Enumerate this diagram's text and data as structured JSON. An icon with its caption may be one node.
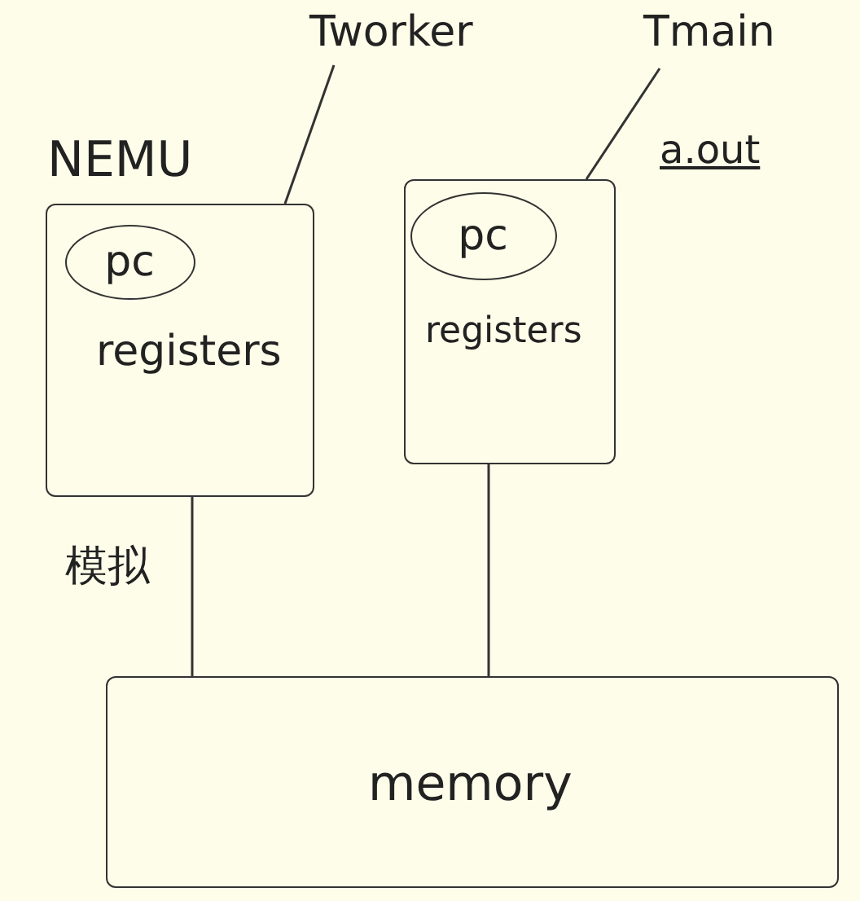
{
  "diagram": {
    "nodes": [
      {
        "text": [
          "NEMU",
          "registers"
        ]
      },
      {
        "text": [
          "pc"
        ],
        "in": 0
      },
      {
        "text": [
          "registers"
        ]
      },
      {
        "text": [
          "pc"
        ],
        "in": 2
      },
      {
        "text": [
          "Tworker"
        ]
      },
      {
        "text": [
          "Tmain"
        ]
      },
      {
        "text": [
          "memory"
        ]
      }
    ],
    "edges": [
      {
        "from": 4,
        "to": 0,
        "arrow": "none"
      },
      {
        "from": 5,
        "to": 2,
        "arrow": "none"
      },
      {
        "from": 0,
        "to": 6,
        "arrow": "none",
        "label": "模拟"
      },
      {
        "from": 2,
        "to": 6,
        "arrow": "none"
      }
    ],
    "labels": [
      "a.out"
    ]
  }
}
